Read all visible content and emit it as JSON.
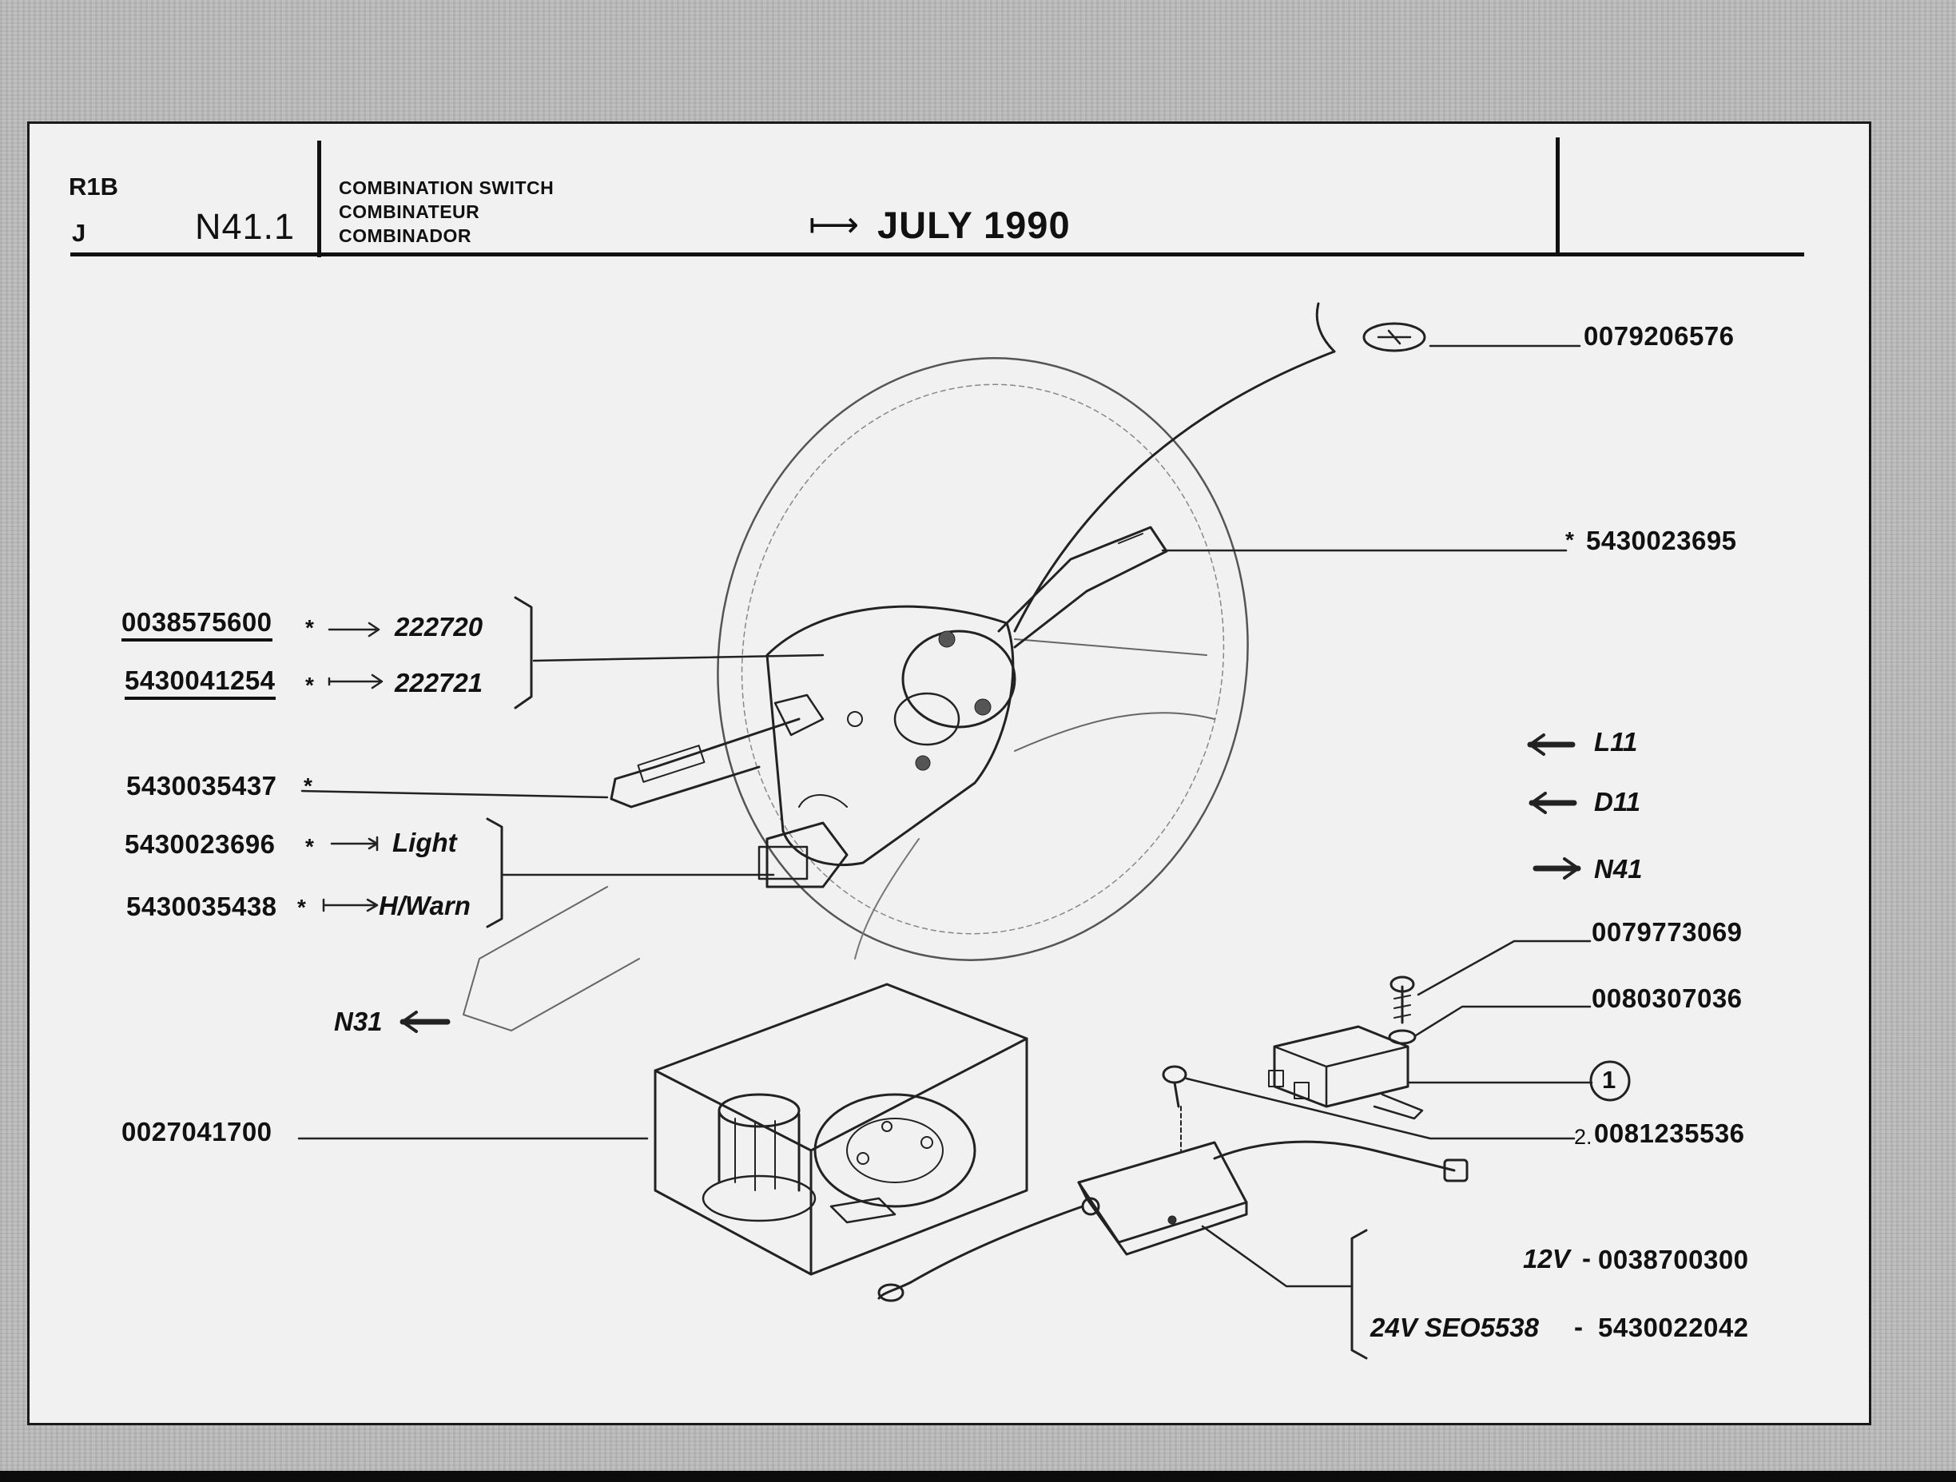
{
  "header": {
    "model": "R1B",
    "variant": "J",
    "section": "N41.1",
    "titles": [
      "COMBINATION SWITCH",
      "COMBINATEUR",
      "COMBINADOR"
    ],
    "date_arrow": "⟼",
    "date": "JULY 1990"
  },
  "parts": {
    "top_right_nut": "0079206576",
    "wiper_switch": "5430023695",
    "wiper_switch_mark": "*",
    "switch_a": {
      "number": "0038575600",
      "mark": "*",
      "ref": "222720"
    },
    "switch_b": {
      "number": "5430041254",
      "mark": "*",
      "ref": "222721"
    },
    "indicator_lever": {
      "number": "5430035437",
      "mark": "*"
    },
    "light_switch": {
      "number": "5430023696",
      "mark": "*",
      "ref": "Light"
    },
    "hazard_switch": {
      "number": "5430035438",
      "mark": "*",
      "ref": "H/Warn"
    },
    "cover_box": "0027041700",
    "screw": "0079773069",
    "washer": "0080307036",
    "callout_circle": "1",
    "screw_2": {
      "qty": "2.",
      "number": "0081235536"
    },
    "flasher_12v": {
      "label": "12V",
      "dash": "-",
      "number": "0038700300"
    },
    "flasher_24v": {
      "label": "24V SEO5538",
      "dash": "-",
      "number": "5430022042"
    }
  },
  "cross_refs": {
    "l11": "L11",
    "d11": "D11",
    "n41": "N41",
    "n31": "N31"
  }
}
